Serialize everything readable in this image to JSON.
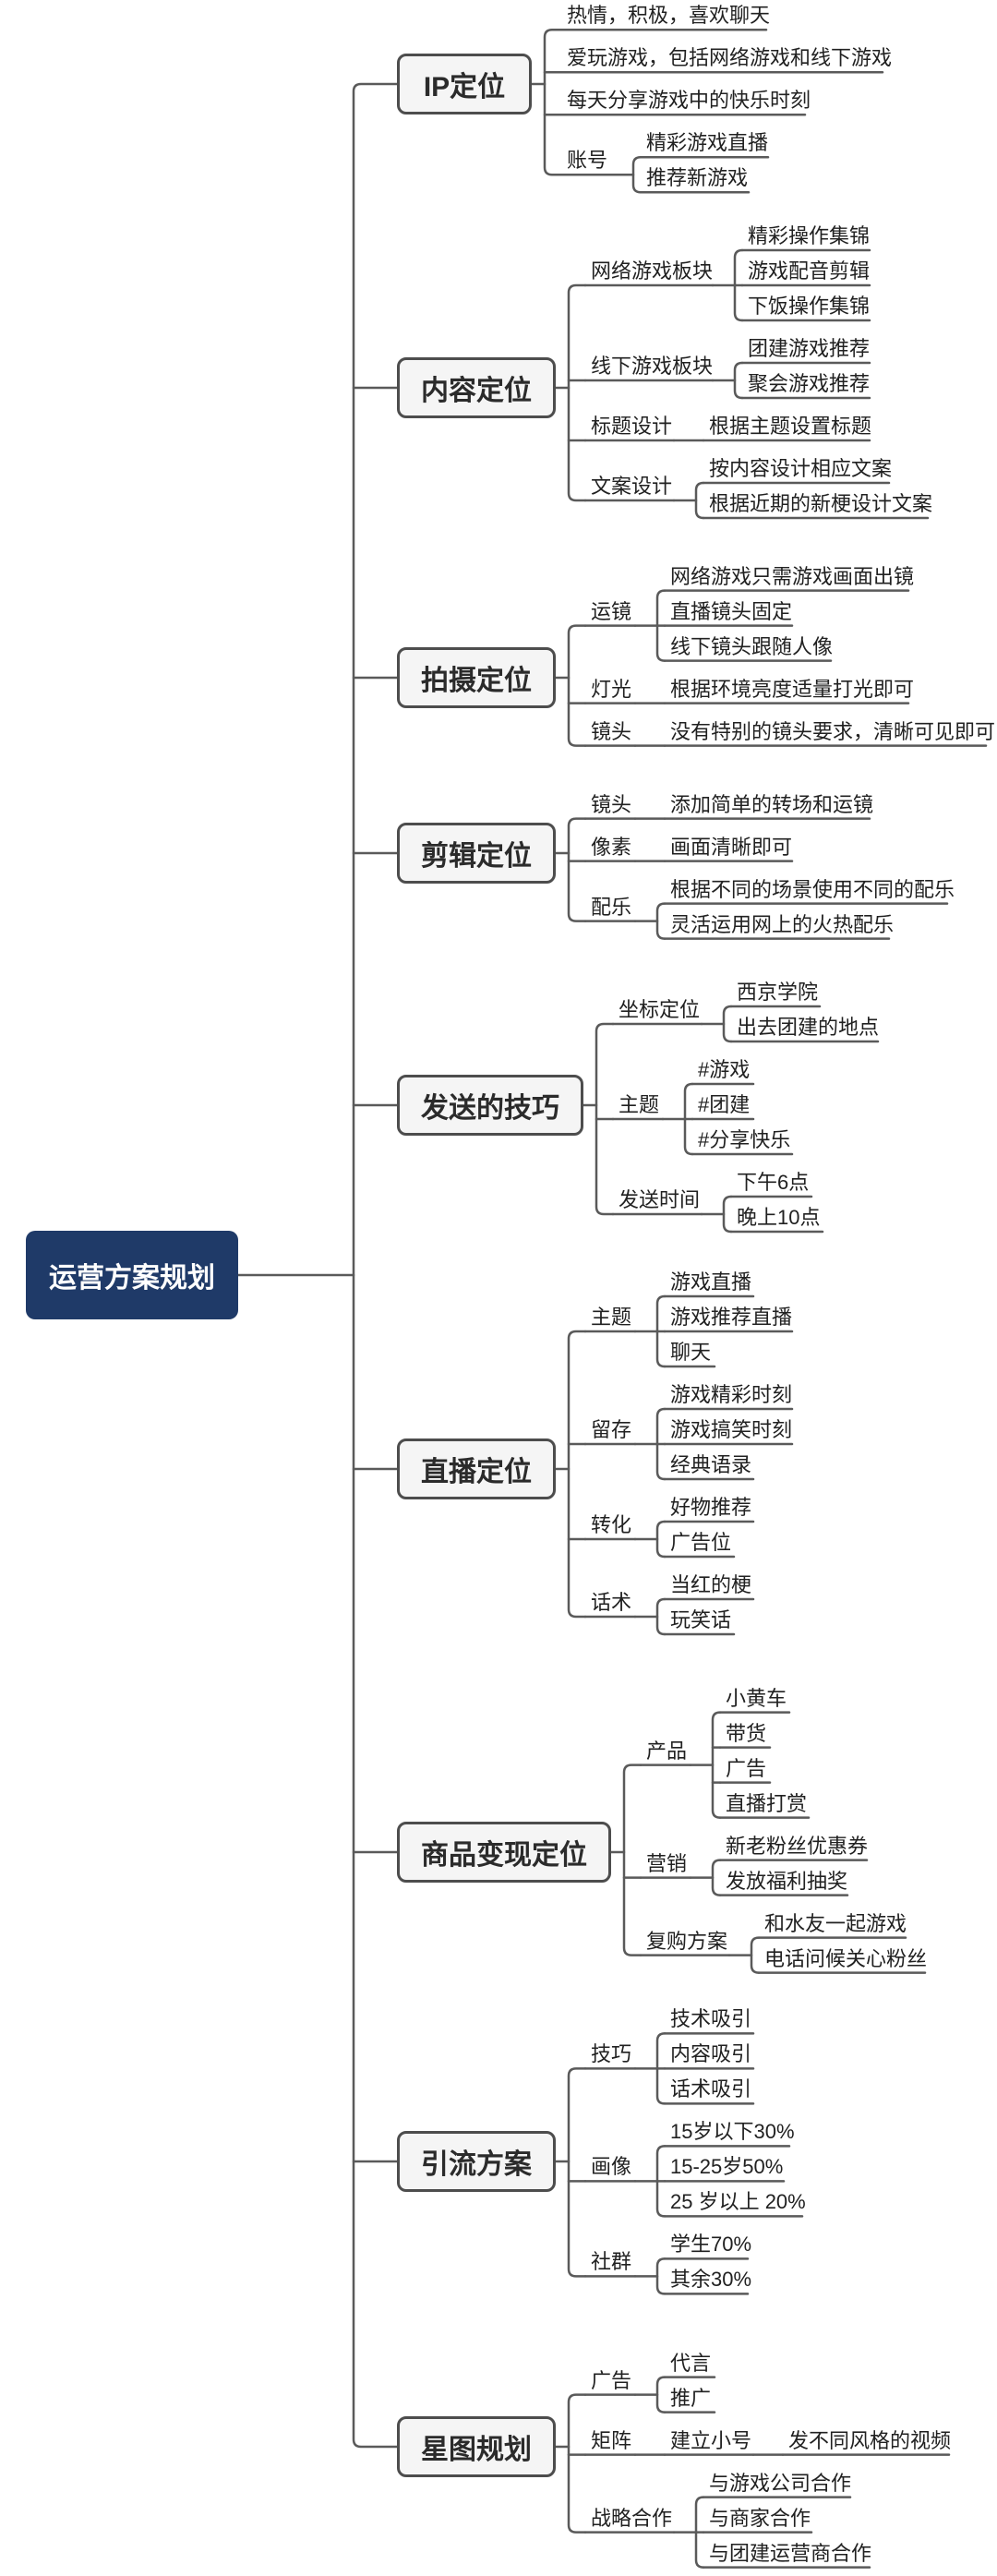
{
  "root": {
    "label": "运营方案规划"
  },
  "branches": [
    {
      "label": "IP定位",
      "children": [
        {
          "label": "热情，积极，喜欢聊天"
        },
        {
          "label": "爱玩游戏，包括网络游戏和线下游戏"
        },
        {
          "label": "每天分享游戏中的快乐时刻"
        },
        {
          "label": "账号",
          "children": [
            {
              "label": "精彩游戏直播"
            },
            {
              "label": "推荐新游戏"
            }
          ]
        }
      ]
    },
    {
      "label": "内容定位",
      "children": [
        {
          "label": "网络游戏板块",
          "children": [
            {
              "label": "精彩操作集锦"
            },
            {
              "label": "游戏配音剪辑"
            },
            {
              "label": "下饭操作集锦"
            }
          ]
        },
        {
          "label": "线下游戏板块",
          "children": [
            {
              "label": "团建游戏推荐"
            },
            {
              "label": "聚会游戏推荐"
            }
          ]
        },
        {
          "label": "标题设计",
          "children": [
            {
              "label": "根据主题设置标题"
            }
          ]
        },
        {
          "label": "文案设计",
          "children": [
            {
              "label": "按内容设计相应文案"
            },
            {
              "label": "根据近期的新梗设计文案"
            }
          ]
        }
      ]
    },
    {
      "label": "拍摄定位",
      "children": [
        {
          "label": "运镜",
          "children": [
            {
              "label": "网络游戏只需游戏画面出镜"
            },
            {
              "label": "直播镜头固定"
            },
            {
              "label": "线下镜头跟随人像"
            }
          ]
        },
        {
          "label": "灯光",
          "children": [
            {
              "label": "根据环境亮度适量打光即可"
            }
          ]
        },
        {
          "label": "镜头",
          "children": [
            {
              "label": "没有特别的镜头要求，清晰可见即可"
            }
          ]
        }
      ]
    },
    {
      "label": "剪辑定位",
      "children": [
        {
          "label": "镜头",
          "children": [
            {
              "label": "添加简单的转场和运镜"
            }
          ]
        },
        {
          "label": "像素",
          "children": [
            {
              "label": "画面清晰即可"
            }
          ]
        },
        {
          "label": "配乐",
          "children": [
            {
              "label": "根据不同的场景使用不同的配乐"
            },
            {
              "label": "灵活运用网上的火热配乐"
            }
          ]
        }
      ]
    },
    {
      "label": "发送的技巧",
      "children": [
        {
          "label": "坐标定位",
          "children": [
            {
              "label": "西京学院"
            },
            {
              "label": "出去团建的地点"
            }
          ]
        },
        {
          "label": "主题",
          "children": [
            {
              "label": "#游戏"
            },
            {
              "label": "#团建"
            },
            {
              "label": "#分享快乐"
            }
          ]
        },
        {
          "label": "发送时间",
          "children": [
            {
              "label": "下午6点"
            },
            {
              "label": "晚上10点"
            }
          ]
        }
      ]
    },
    {
      "label": "直播定位",
      "children": [
        {
          "label": "主题",
          "children": [
            {
              "label": "游戏直播"
            },
            {
              "label": "游戏推荐直播"
            },
            {
              "label": "聊天"
            }
          ]
        },
        {
          "label": "留存",
          "children": [
            {
              "label": "游戏精彩时刻"
            },
            {
              "label": "游戏搞笑时刻"
            },
            {
              "label": "经典语录"
            }
          ]
        },
        {
          "label": "转化",
          "children": [
            {
              "label": "好物推荐"
            },
            {
              "label": "广告位"
            }
          ]
        },
        {
          "label": "话术",
          "children": [
            {
              "label": "当红的梗"
            },
            {
              "label": "玩笑话"
            }
          ]
        }
      ]
    },
    {
      "label": "商品变现定位",
      "children": [
        {
          "label": "产品",
          "children": [
            {
              "label": "小黄车"
            },
            {
              "label": "带货"
            },
            {
              "label": "广告"
            },
            {
              "label": "直播打赏"
            }
          ]
        },
        {
          "label": "营销",
          "children": [
            {
              "label": "新老粉丝优惠券"
            },
            {
              "label": "发放福利抽奖"
            }
          ]
        },
        {
          "label": "复购方案",
          "children": [
            {
              "label": "和水友一起游戏"
            },
            {
              "label": "电话问候关心粉丝"
            }
          ]
        }
      ]
    },
    {
      "label": "引流方案",
      "children": [
        {
          "label": "技巧",
          "children": [
            {
              "label": "技术吸引"
            },
            {
              "label": "内容吸引"
            },
            {
              "label": "话术吸引"
            }
          ]
        },
        {
          "label": "画像",
          "children": [
            {
              "label": "15岁以下30%"
            },
            {
              "label": "15-25岁50%"
            },
            {
              "label": "25 岁以上 20%"
            }
          ]
        },
        {
          "label": "社群",
          "children": [
            {
              "label": "学生70%"
            },
            {
              "label": "其余30%"
            }
          ]
        }
      ]
    },
    {
      "label": "星图规划",
      "children": [
        {
          "label": "广告",
          "children": [
            {
              "label": "代言"
            },
            {
              "label": "推广"
            }
          ]
        },
        {
          "label": "矩阵",
          "children": [
            {
              "label": "建立小号",
              "children": [
                {
                  "label": "发不同风格的视频"
                }
              ]
            }
          ]
        },
        {
          "label": "战略合作",
          "children": [
            {
              "label": "与游戏公司合作"
            },
            {
              "label": "与商家合作"
            },
            {
              "label": "与团建运营商合作"
            }
          ]
        }
      ]
    }
  ],
  "colors": {
    "root_bg": "#1f3a68",
    "root_text": "#ffffff",
    "branch_bg": "#f5f5f5",
    "branch_border": "#4d4d4d",
    "line": "#5a5a5a",
    "text": "#212121"
  }
}
